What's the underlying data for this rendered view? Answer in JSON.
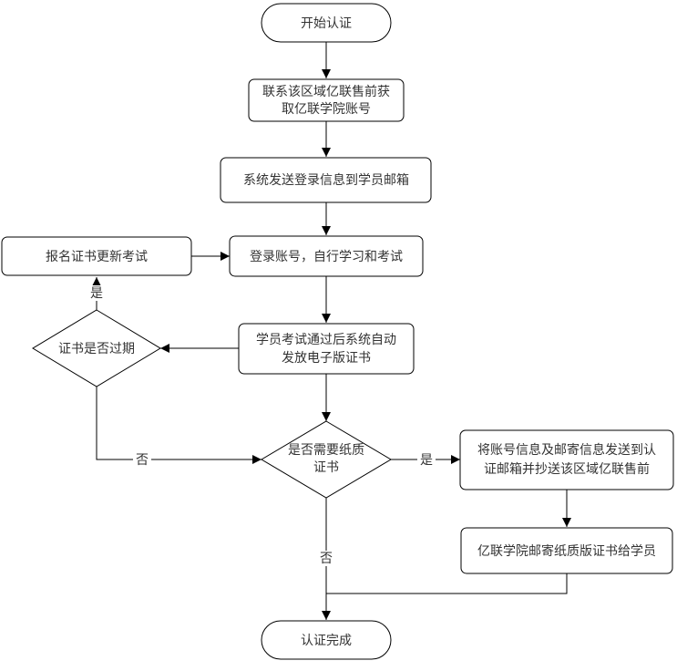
{
  "nodes": {
    "start": "开始认证",
    "contact_1": "联系该区域亿联售前获",
    "contact_2": "取亿联学院账号",
    "send_email": "系统发送登录信息到学员邮箱",
    "login_study": "登录账号，自行学习和考试",
    "cert_issue_1": "学员考试通过后系统自动",
    "cert_issue_2": "发放电子版证书",
    "need_paper_1": "是否需要纸质",
    "need_paper_2": "证书",
    "expired": "证书是否过期",
    "renew": "报名证书更新考试",
    "send_info_1": "将账号信息及邮寄信息发送到认",
    "send_info_2": "证邮箱并抄送该区域亿联售前",
    "mail_paper": "亿联学院邮寄纸质版证书给学员",
    "end": "认证完成"
  },
  "edge_labels": {
    "expired_yes": "是",
    "expired_no": "否",
    "paper_yes": "是",
    "paper_no": "否"
  }
}
